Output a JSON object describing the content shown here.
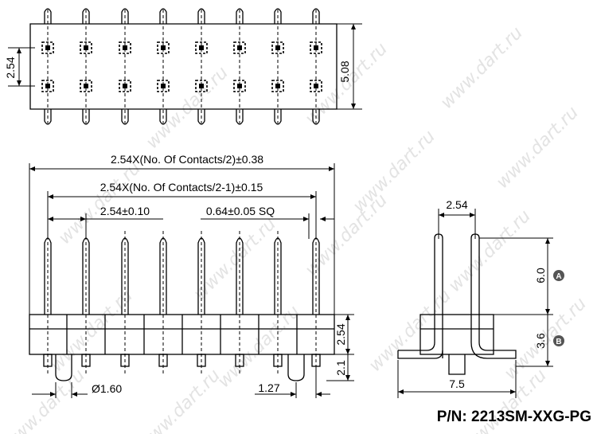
{
  "watermark": "www.dart.ru",
  "part_number": "P/N: 2213SM-XXG-PG",
  "top_view": {
    "pitch_label": "2.54",
    "row_span_label": "5.08"
  },
  "front_view": {
    "overall_length_label": "2.54X(No. Of Contacts/2)±0.38",
    "outer_pin_span_label": "2.54X(No. Of Contacts/2-1)±0.15",
    "pitch_label": "2.54±0.10",
    "pin_size_label": "0.64±0.05 SQ",
    "body_height_label": "2.54",
    "lower_height_label": "2.1",
    "peg_diameter_label": "Ø1.60",
    "smt_pitch_label": "1.27"
  },
  "side_view": {
    "row_pitch_label": "2.54",
    "pin_length_label": "6.0",
    "lower_length_label": "3.6",
    "badge_a": "A",
    "badge_b": "B",
    "footprint_width_label": "7.5"
  }
}
